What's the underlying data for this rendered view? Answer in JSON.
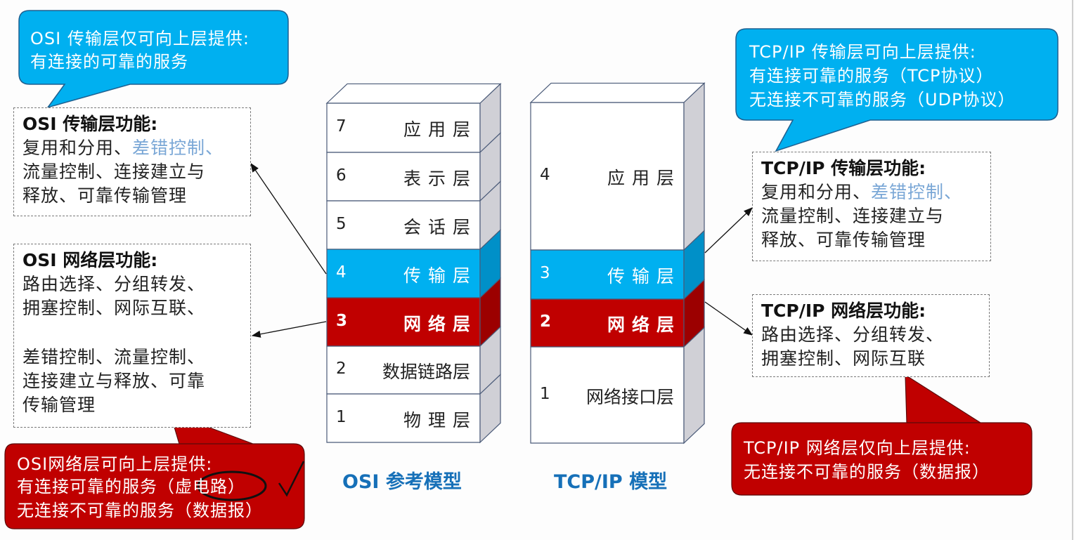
{
  "colors": {
    "transport_blue": "#00b0f0",
    "transport_blue_side": "#0090c8",
    "network_red": "#c00000",
    "network_red_side": "#9c0000",
    "side_gray": "#d0d0d6",
    "caption_blue": "#1670b8",
    "light_blue_text": "#7aa7d6",
    "magenta_text": "#e21fe0"
  },
  "osi_callout": {
    "lines": [
      "OSI 传输层仅可向上层提供:",
      "有连接的可靠的服务"
    ]
  },
  "osi_transport_box": {
    "title": "OSI 传输层功能:",
    "line1_dark": "复用和分用、",
    "line1_light": "差错控制、",
    "line2": "流量控制、连接建立与",
    "line3": "释放、可靠传输管理"
  },
  "osi_network_box": {
    "title": "OSI 网络层功能:",
    "dark_lines": [
      "路由选择、分组转发、",
      "拥塞控制、网际互联、"
    ],
    "magenta_lines": [
      "差错控制、流量控制、",
      "连接建立与释放、可靠",
      "传输管理"
    ]
  },
  "osi_network_callout": {
    "line1": "OSI网络层可向上层提供:",
    "line2_prefix": "有连接可靠的服务（",
    "line2_circled": "虚电路",
    "line2_suffix": "）",
    "line3": "无连接不可靠的服务（数据报）",
    "checkmark": "✓"
  },
  "osi_model": {
    "caption": "OSI 参考模型",
    "layers": [
      {
        "num": "7",
        "name": "应用层",
        "style": "white"
      },
      {
        "num": "6",
        "name": "表示层",
        "style": "white"
      },
      {
        "num": "5",
        "name": "会话层",
        "style": "white"
      },
      {
        "num": "4",
        "name": "传输层",
        "style": "blue"
      },
      {
        "num": "3",
        "name": "网络层",
        "style": "red"
      },
      {
        "num": "2",
        "name": "数据链路层",
        "style": "white"
      },
      {
        "num": "1",
        "name": "物理层",
        "style": "white"
      }
    ]
  },
  "tcpip_model": {
    "caption": "TCP/IP 模型",
    "layers": [
      {
        "num": "4",
        "name": "应用层",
        "style": "white"
      },
      {
        "num": "3",
        "name": "传输层",
        "style": "blue"
      },
      {
        "num": "2",
        "name": "网络层",
        "style": "red"
      },
      {
        "num": "1",
        "name": "网络接口层",
        "style": "white"
      }
    ]
  },
  "tcpip_callout": {
    "lines": [
      "TCP/IP 传输层可向上层提供:",
      "有连接可靠的服务（TCP协议）",
      "无连接不可靠的服务（UDP协议）"
    ]
  },
  "tcpip_transport_box": {
    "title": "TCP/IP 传输层功能:",
    "line1_dark": "复用和分用、",
    "line1_light": "差错控制、",
    "line2": "流量控制、连接建立与",
    "line3": "释放、可靠传输管理"
  },
  "tcpip_network_box": {
    "title": "TCP/IP 网络层功能:",
    "lines": [
      "路由选择、分组转发、",
      "拥塞控制、网际互联"
    ]
  },
  "tcpip_network_callout": {
    "lines": [
      "TCP/IP 网络层仅向上层提供:",
      "无连接不可靠的服务（数据报）"
    ]
  }
}
